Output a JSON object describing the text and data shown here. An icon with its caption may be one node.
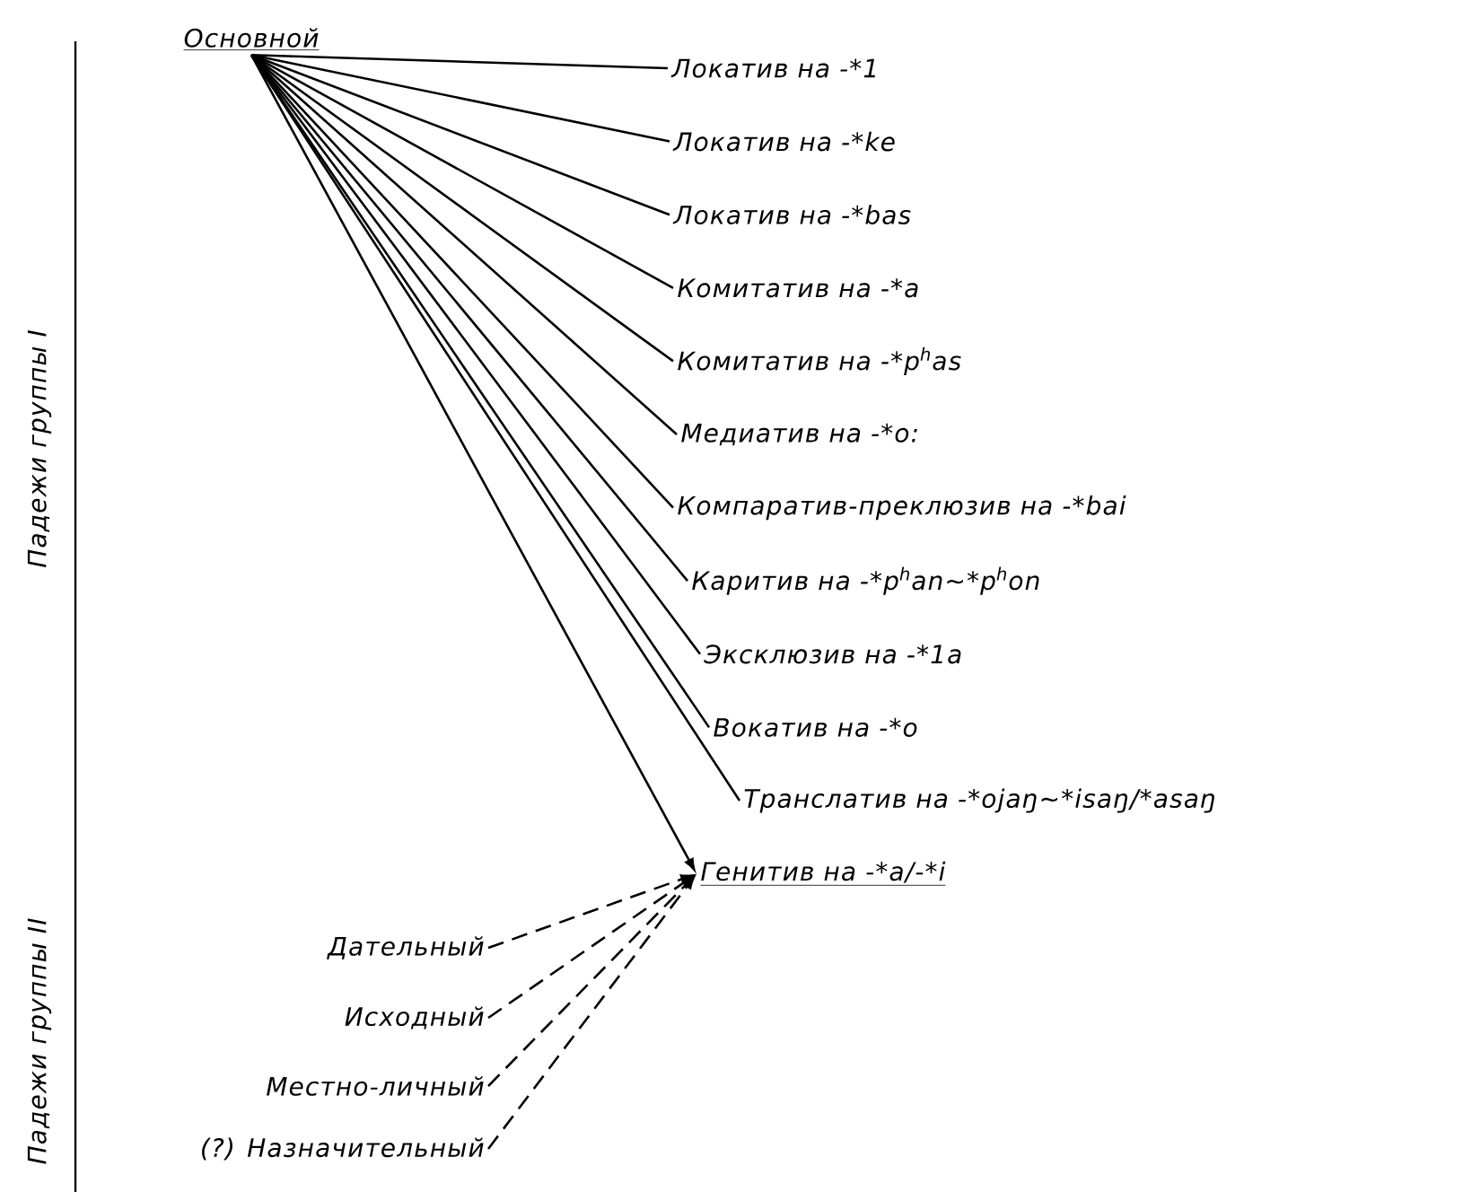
{
  "diagram": {
    "nodes": [
      {
        "text": [
          "Основной"
        ]
      },
      {
        "text": [
          "Локатив на -*1"
        ]
      },
      {
        "text": [
          "Локатив на -*ke"
        ]
      },
      {
        "text": [
          "Локатив на -*bas"
        ]
      },
      {
        "text": [
          "Комитатив на -*a"
        ]
      },
      {
        "text": [
          "Комитатив на -*p$^{h}$as"
        ]
      },
      {
        "text": [
          "Медиатив на -*o:"
        ]
      },
      {
        "text": [
          "Компаратив-преклюзив на -*bai"
        ]
      },
      {
        "text": [
          "Каритив на -*p$^{h}$an∼*p$^{h}$on"
        ]
      },
      {
        "text": [
          "Эксклюзив на -*1a"
        ]
      },
      {
        "text": [
          "Вокатив на -*o"
        ]
      },
      {
        "text": [
          "Транслатив на -*ojaŋ∼*isaŋ/*asaŋ"
        ]
      },
      {
        "text": [
          "Генитив на -*a/-*i"
        ]
      },
      {
        "text": [
          "Дательный"
        ]
      },
      {
        "text": [
          "Исходный"
        ]
      },
      {
        "text": [
          "Местно-личный"
        ]
      },
      {
        "text": [
          "(?) Назначительный"
        ]
      }
    ],
    "edges": [
      {
        "from": 0,
        "to": 1,
        "arrow": "none"
      },
      {
        "from": 0,
        "to": 2,
        "arrow": "none"
      },
      {
        "from": 0,
        "to": 3,
        "arrow": "none"
      },
      {
        "from": 0,
        "to": 4,
        "arrow": "none"
      },
      {
        "from": 0,
        "to": 5,
        "arrow": "none"
      },
      {
        "from": 0,
        "to": 6,
        "arrow": "none"
      },
      {
        "from": 0,
        "to": 7,
        "arrow": "none"
      },
      {
        "from": 0,
        "to": 8,
        "arrow": "none"
      },
      {
        "from": 0,
        "to": 9,
        "arrow": "none"
      },
      {
        "from": 0,
        "to": 10,
        "arrow": "none"
      },
      {
        "from": 0,
        "to": 11,
        "arrow": "none"
      },
      {
        "from": 0,
        "to": 12,
        "arrow": "to"
      },
      {
        "from": 13,
        "to": 12,
        "arrow": "to",
        "style": "dashed"
      },
      {
        "from": 14,
        "to": 12,
        "arrow": "to",
        "style": "dashed"
      },
      {
        "from": 15,
        "to": 12,
        "arrow": "to",
        "style": "dashed"
      },
      {
        "from": 16,
        "to": 12,
        "arrow": "to",
        "style": "dashed"
      }
    ],
    "labels": [
      "Падежи группы I",
      "Падежи группы II"
    ]
  }
}
